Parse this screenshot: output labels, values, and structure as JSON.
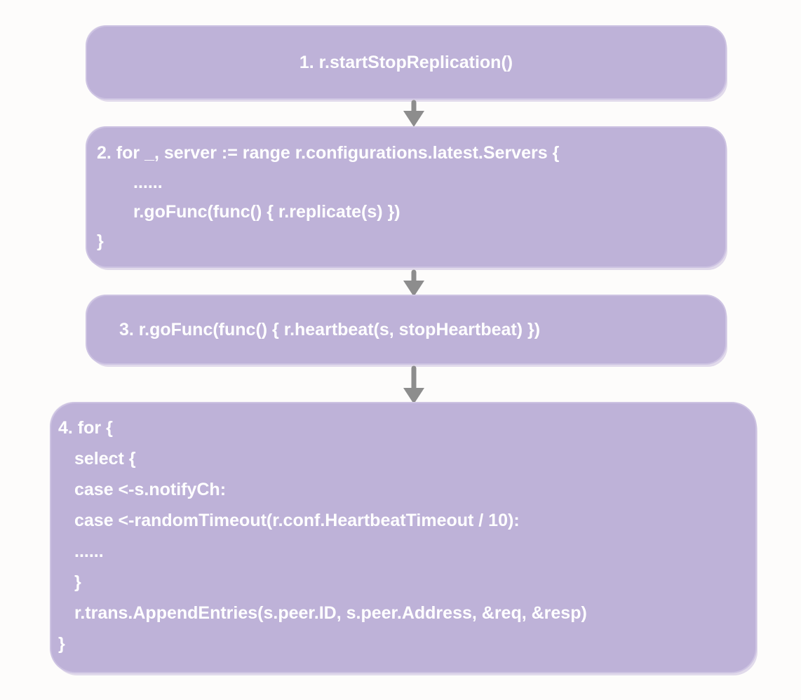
{
  "colors": {
    "page_bg": "#fdfcfb",
    "box_fill": "#beb2d8",
    "box_outline": "#cdc3e2",
    "code_text": "#ffffff",
    "arrow": "#8d8d8d"
  },
  "flowchart": {
    "steps": [
      {
        "lines": [
          "1. r.startStopReplication()"
        ]
      },
      {
        "lines": [
          "2. for _, server := range r.configurations.latest.Servers {",
          "......",
          "r.goFunc(func() { r.replicate(s) })",
          "}"
        ]
      },
      {
        "lines": [
          "3. r.goFunc(func() { r.heartbeat(s, stopHeartbeat) })"
        ]
      },
      {
        "lines": [
          "4. for {",
          "select {",
          "case <-s.notifyCh:",
          "case <-randomTimeout(r.conf.HeartbeatTimeout / 10):",
          "......",
          "}",
          "r.trans.AppendEntries(s.peer.ID, s.peer.Address, &req, &resp)",
          "}"
        ]
      }
    ]
  }
}
